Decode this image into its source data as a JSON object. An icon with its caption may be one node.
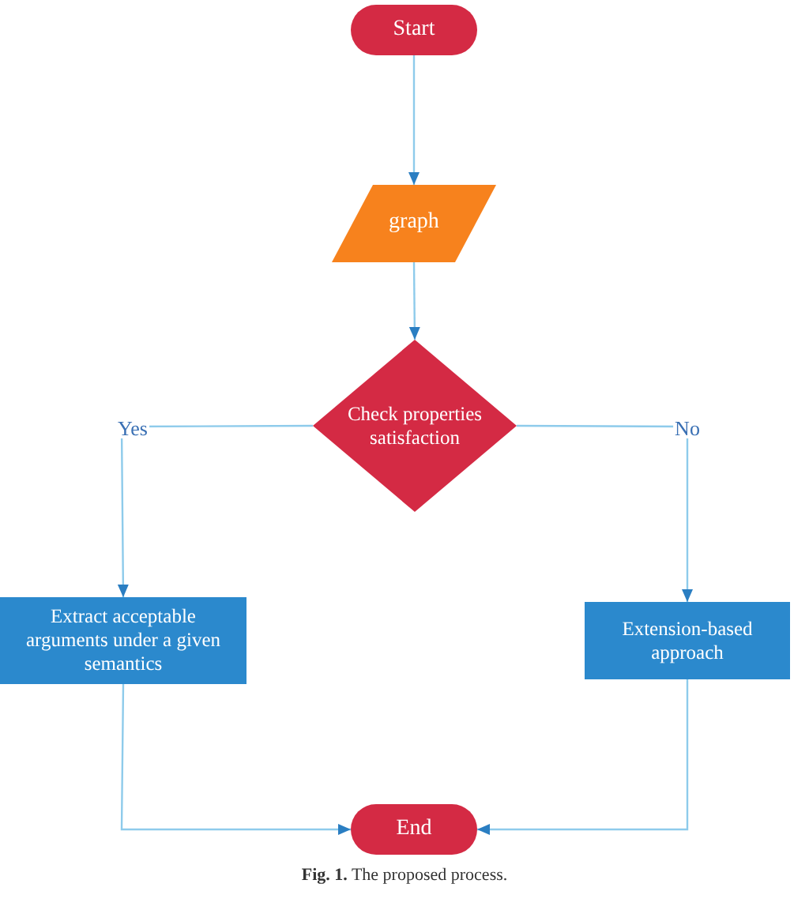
{
  "diagram": {
    "caption": "**Fig. 1.**  The proposed process.",
    "nodes": [
      {
        "text": [
          "Start"
        ]
      },
      {
        "text": [
          "graph"
        ]
      },
      {
        "text": [
          "Check properties satisfaction"
        ]
      },
      {
        "text": [
          "Extract acceptable arguments under a given semantics"
        ]
      },
      {
        "text": [
          "Extension-based approach"
        ]
      },
      {
        "text": [
          "End"
        ]
      }
    ],
    "edges": [
      {
        "from": 0,
        "to": 1,
        "arrow": "to"
      },
      {
        "from": 1,
        "to": 2,
        "arrow": "to"
      },
      {
        "from": 2,
        "to": 3,
        "arrow": "to",
        "label": "Yes"
      },
      {
        "from": 2,
        "to": 4,
        "arrow": "to",
        "label": "No"
      },
      {
        "from": 3,
        "to": 5,
        "arrow": "to"
      },
      {
        "from": 4,
        "to": 5,
        "arrow": "to"
      }
    ]
  }
}
